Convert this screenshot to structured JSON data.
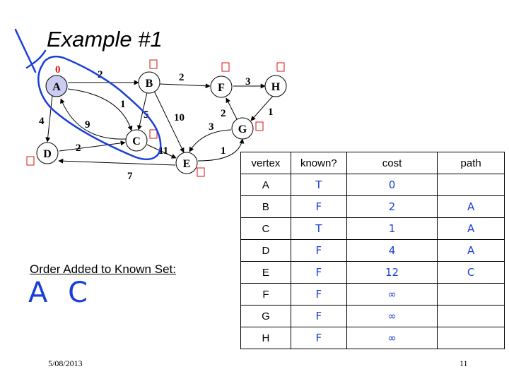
{
  "slide": {
    "title": "Example #1",
    "order_label": "Order Added to Known Set:",
    "order_handwritten": "A C",
    "footer_date": "5/08/2013",
    "page_number": "11"
  },
  "graph": {
    "start_cost_label": "0",
    "nodes": [
      "A",
      "B",
      "C",
      "D",
      "E",
      "F",
      "G",
      "H"
    ],
    "edges": [
      {
        "from": "A",
        "to": "B",
        "weight": "2"
      },
      {
        "from": "A",
        "to": "C",
        "weight": "1"
      },
      {
        "from": "A",
        "to": "D",
        "weight": "4"
      },
      {
        "from": "C",
        "to": "A",
        "weight": "9"
      },
      {
        "from": "B",
        "to": "C",
        "weight": "5"
      },
      {
        "from": "B",
        "to": "E",
        "weight": "10"
      },
      {
        "from": "B",
        "to": "F",
        "weight": "2"
      },
      {
        "from": "F",
        "to": "H",
        "weight": "3"
      },
      {
        "from": "H",
        "to": "G",
        "weight": "1"
      },
      {
        "from": "G",
        "to": "F",
        "weight": "2"
      },
      {
        "from": "G",
        "to": "E",
        "weight": "3"
      },
      {
        "from": "E",
        "to": "G",
        "weight": "1"
      },
      {
        "from": "D",
        "to": "C",
        "weight": "2"
      },
      {
        "from": "C",
        "to": "E",
        "weight": "11"
      },
      {
        "from": "E",
        "to": "D",
        "weight": "7"
      }
    ],
    "colors": {
      "highlight_node": "#c9cdf0",
      "pen": "#1a3fd6",
      "marker": "#dd1111"
    }
  },
  "table": {
    "headers": [
      "vertex",
      "known?",
      "cost",
      "path"
    ],
    "rows": [
      {
        "vertex": "A",
        "known": "T",
        "cost": "0",
        "path": ""
      },
      {
        "vertex": "B",
        "known": "F",
        "cost": "2",
        "path": "A"
      },
      {
        "vertex": "C",
        "known": "T",
        "cost": "1",
        "path": "A"
      },
      {
        "vertex": "D",
        "known": "F",
        "cost": "4",
        "path": "A"
      },
      {
        "vertex": "E",
        "known": "F",
        "cost": "12",
        "path": "C"
      },
      {
        "vertex": "F",
        "known": "F",
        "cost": "∞",
        "path": ""
      },
      {
        "vertex": "G",
        "known": "F",
        "cost": "∞",
        "path": ""
      },
      {
        "vertex": "H",
        "known": "F",
        "cost": "∞",
        "path": ""
      }
    ]
  }
}
